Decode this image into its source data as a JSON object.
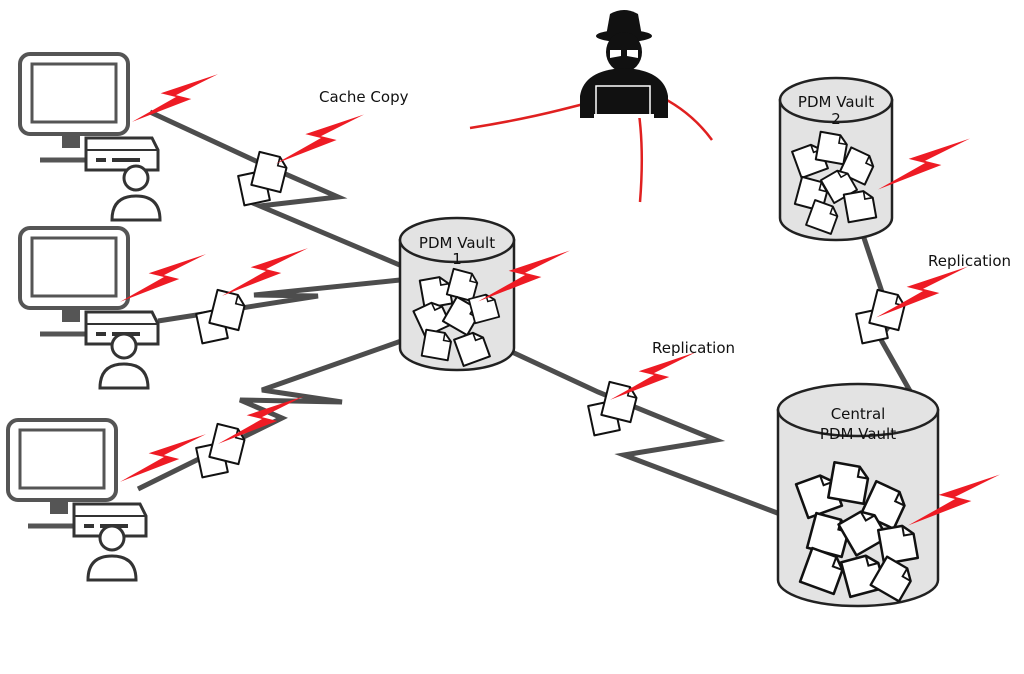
{
  "labels": {
    "cache_copy": "Cache Copy",
    "replication_1": "Replication",
    "replication_2": "Replication"
  },
  "vaults": {
    "vault1": {
      "line1": "PDM Vault",
      "line2": "1"
    },
    "vault2": {
      "line1": "PDM Vault",
      "line2": "2"
    },
    "central": {
      "line1": "Central",
      "line2": "PDM Vault"
    }
  },
  "colors": {
    "threat": "#ee1b24",
    "connection": "#4d4d4d",
    "attacker_cable": "#e02020",
    "vault_fill": "#e3e3e3"
  },
  "icons": [
    "computer-monitor-icon",
    "server-box-icon",
    "user-icon",
    "hacker-icon",
    "lightning-bolt-icon",
    "document-icon",
    "database-cylinder-icon"
  ]
}
